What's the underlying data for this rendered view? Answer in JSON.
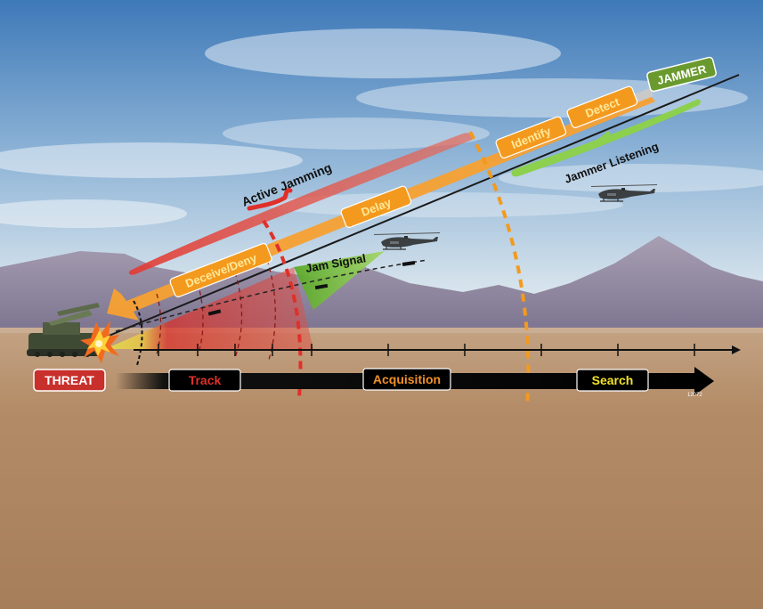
{
  "labels": {
    "jammer": "JAMMER",
    "detect": "Detect",
    "identify": "Identify",
    "delay": "Delay",
    "deceive_deny": "Deceive/Deny",
    "active_jamming": "Active Jamming",
    "jammer_listening": "Jammer Listening",
    "jam_signal": "Jam Signal",
    "threat": "THREAT",
    "track": "Track",
    "acquisition": "Acquisition",
    "search": "Search",
    "figure_id": "12072"
  },
  "colors": {
    "sky_top": "#3f7fbf",
    "sky_bottom": "#d9e6ee",
    "ground": "#b38c68",
    "mountain": "#8a7f95",
    "arrow_orange": "#f7a032",
    "label_orange": "#f39a1e",
    "red_zone": "#d8322c",
    "yellow_zone": "#e6e24a",
    "green_signal": "#7cc242",
    "jammer_green": "#6a9a2e",
    "threat_red": "#c8302c",
    "track_text": "#e0302a",
    "acq_text": "#f0902a",
    "search_text": "#f2e22a"
  },
  "icons": [
    "helicopter-icon",
    "radar-vehicle-icon",
    "explosion-icon"
  ]
}
